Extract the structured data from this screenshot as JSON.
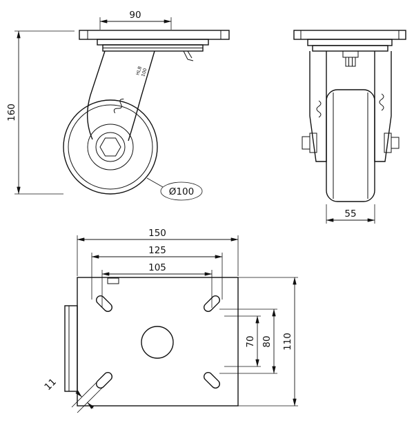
{
  "drawing": {
    "side_view": {
      "dim_bolt_spacing": "90",
      "dim_overall_height": "160",
      "dim_wheel_diameter": "Ø100",
      "fork_label_line1": "HLB",
      "fork_label_line2": "100"
    },
    "front_view": {
      "dim_wheel_width": "55"
    },
    "plan_view": {
      "dim_plate_length": "150",
      "dim_slot_spacing_outer": "125",
      "dim_slot_spacing_inner": "105",
      "dim_slot_row_inner": "70",
      "dim_slot_row_outer": "80",
      "dim_plate_width": "110",
      "dim_slot_width": "11"
    },
    "line_color": "#111111",
    "background": "#ffffff"
  }
}
